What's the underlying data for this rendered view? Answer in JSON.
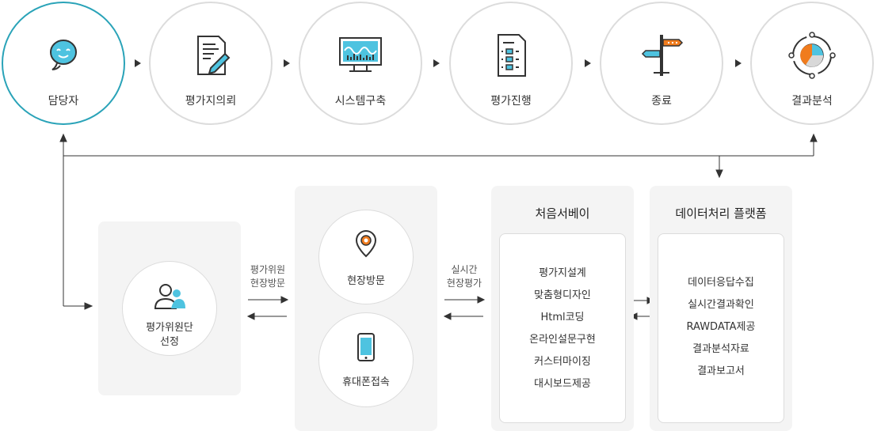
{
  "steps": [
    {
      "label": "담당자",
      "icon": "smile-face-icon"
    },
    {
      "label": "평가지의뢰",
      "icon": "document-pencil-icon"
    },
    {
      "label": "시스템구축",
      "icon": "monitor-chart-icon"
    },
    {
      "label": "평가진행",
      "icon": "checklist-icon"
    },
    {
      "label": "종료",
      "icon": "signpost-icon"
    },
    {
      "label": "결과분석",
      "icon": "target-pie-icon"
    }
  ],
  "evaluator": {
    "line1": "평가위원단",
    "line2": "선정",
    "icon": "users-icon"
  },
  "flow1": {
    "line1": "평가위원",
    "line2": "현장방문"
  },
  "visit": {
    "label": "현장방문",
    "icon": "location-pin-icon"
  },
  "mobile": {
    "label": "휴대폰접속",
    "icon": "smartphone-icon"
  },
  "flow2": {
    "line1": "실시간",
    "line2": "현장평가"
  },
  "survey": {
    "title": "처음서베이",
    "items": [
      "평가지설계",
      "맞춤형디자인",
      "Html코딩",
      "온라인설문구현",
      "커스터마이징",
      "대시보드제공"
    ]
  },
  "platform": {
    "title": "데이터처리 플랫폼",
    "items": [
      "데이터응답수집",
      "실시간결과확인",
      "RAWDATA제공",
      "결과분석자료",
      "결과보고서"
    ]
  },
  "colors": {
    "accent": "#2aa3b8",
    "orange": "#f07c1e",
    "cyan": "#4ec3e0",
    "panel": "#f4f4f4"
  }
}
